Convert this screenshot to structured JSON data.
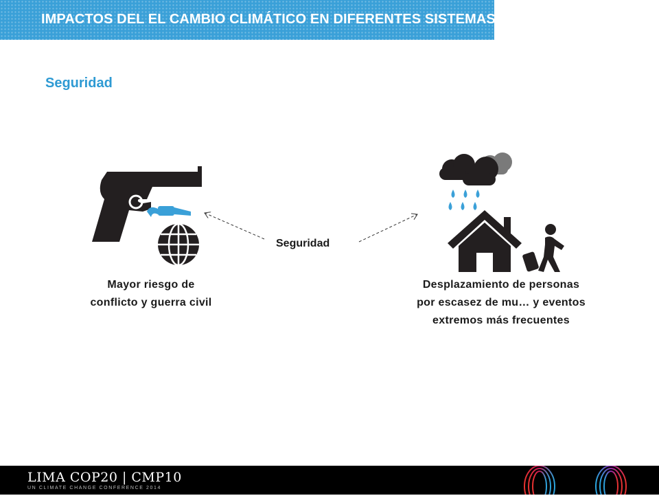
{
  "header": {
    "title": "IMPACTOS DEL EL CAMBIO CLIMÁTICO EN DIFERENTES SISTEMAS"
  },
  "section": {
    "title": "Seguridad"
  },
  "diagram": {
    "center_label": "Seguridad",
    "left": {
      "icon": "gun-and-grenade",
      "caption_lines": [
        "Mayor riesgo de",
        "conflicto y guerra civil"
      ]
    },
    "right": {
      "icon": "storm-house-displaced-person",
      "caption_lines": [
        "Desplazamiento de personas",
        "por escasez de mu… y eventos",
        "extremos más frecuentes"
      ]
    }
  },
  "footer": {
    "brand": "LIMA COP20 | CMP10",
    "subtitle": "UN CLIMATE CHANGE CONFERENCE 2014"
  },
  "colors": {
    "accent": "#3aa0d8",
    "icon_dark": "#231f20",
    "icon_blue": "#3aa0d8"
  }
}
